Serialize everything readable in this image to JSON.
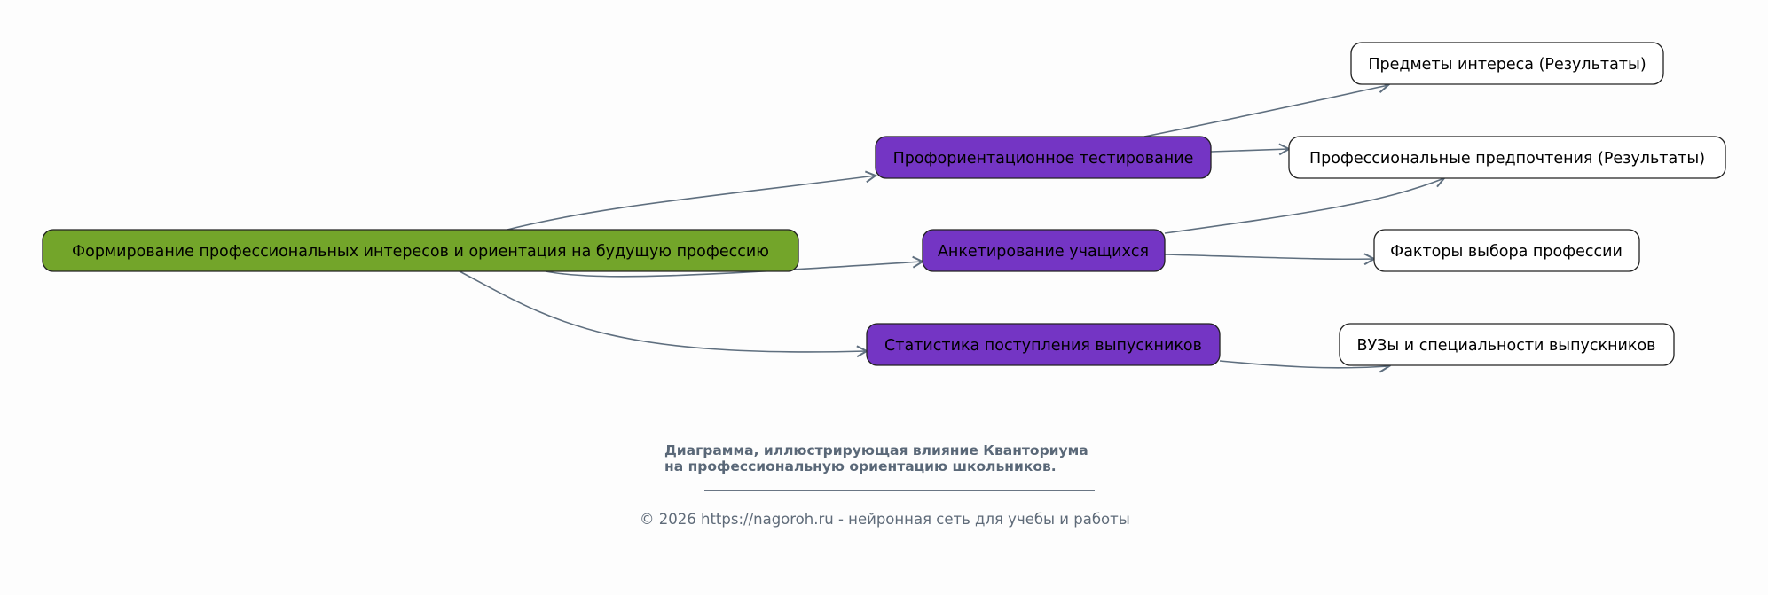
{
  "colors": {
    "root": "#73a52a",
    "middle": "#7435c4",
    "leaf": "#ffffff",
    "edge": "#5f6f7f",
    "caption": "#5a6878"
  },
  "nodes": {
    "root": "Формирование профессиональных интересов и ориентация на будущую профессию",
    "testing": "Профориентационное тестирование",
    "survey": "Анкетирование учащихся",
    "stats": "Статистика поступления выпускников",
    "subjects": "Предметы интереса (Результаты)",
    "preferences": "Профессиональные предпочтения (Результаты)",
    "factors": "Факторы выбора профессии",
    "universities": "ВУЗы и специальности выпускников"
  },
  "caption": {
    "line1": "Диаграмма, иллюстрирующая влияние Кванториума",
    "line2": "на профессиональную ориентацию школьников.",
    "copyright": "© 2026 https://nagoroh.ru - нейронная сеть для учебы и работы"
  }
}
